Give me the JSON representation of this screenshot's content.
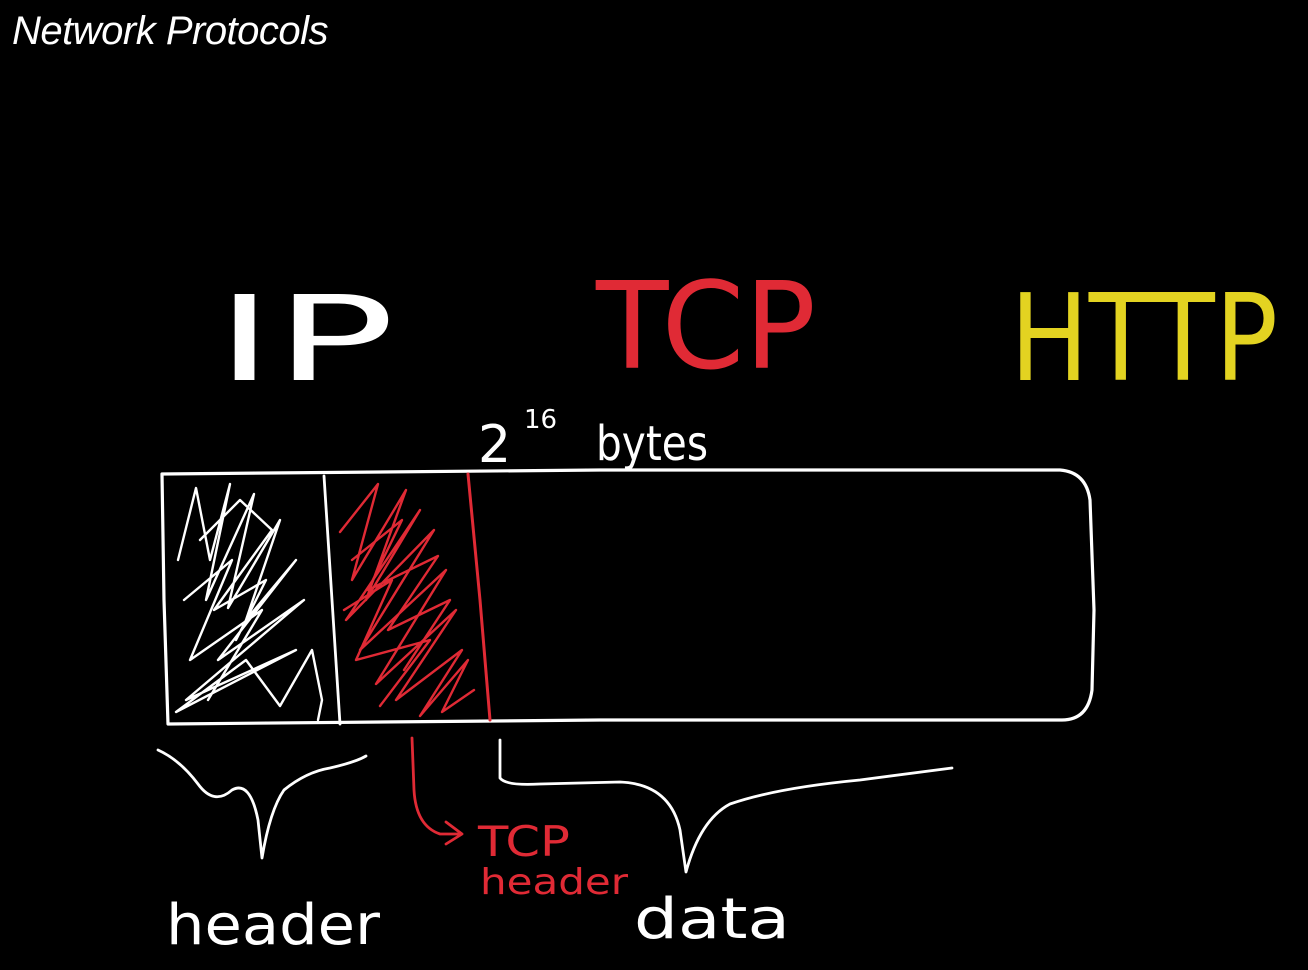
{
  "title": "Network Protocols",
  "colors": {
    "background": "#000000",
    "ink_white": "#ffffff",
    "ink_red": "#e02a35",
    "ink_yellow": "#e3d321"
  },
  "labels": {
    "ip": "IP",
    "tcp": "TCP",
    "http": "HTTP",
    "size_base": "2",
    "size_exp": "16",
    "size_unit": "bytes",
    "ip_header": "header",
    "tcp_header_line1": "TCP",
    "tcp_header_line2": "header",
    "data": "data"
  }
}
